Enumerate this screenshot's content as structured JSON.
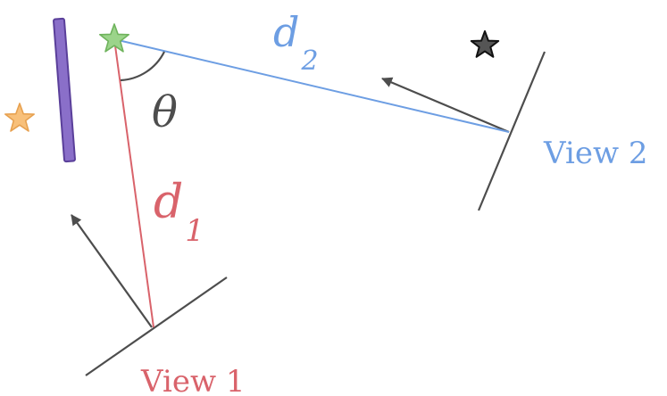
{
  "diagram": {
    "view1_label": "View 1",
    "view2_label": "View 2",
    "d1": {
      "letter": "d",
      "sub": "1"
    },
    "d2": {
      "letter": "d",
      "sub": "2"
    },
    "theta": "θ",
    "colors": {
      "view1": "#d9636b",
      "view2": "#6d9ee3",
      "camera": "#4d4d4d",
      "theta": "#4d4d4d",
      "occluder_fill": "#8a6fc9",
      "occluder_stroke": "#5a3f9a",
      "star_green_fill": "#9bd48a",
      "star_green_stroke": "#6fb35d",
      "star_orange_fill": "#f8c07a",
      "star_orange_stroke": "#e7a150",
      "star_black_fill": "#555555",
      "star_black_stroke": "#111111"
    },
    "icons": [
      "star-green-icon",
      "star-orange-icon",
      "star-black-icon"
    ]
  }
}
